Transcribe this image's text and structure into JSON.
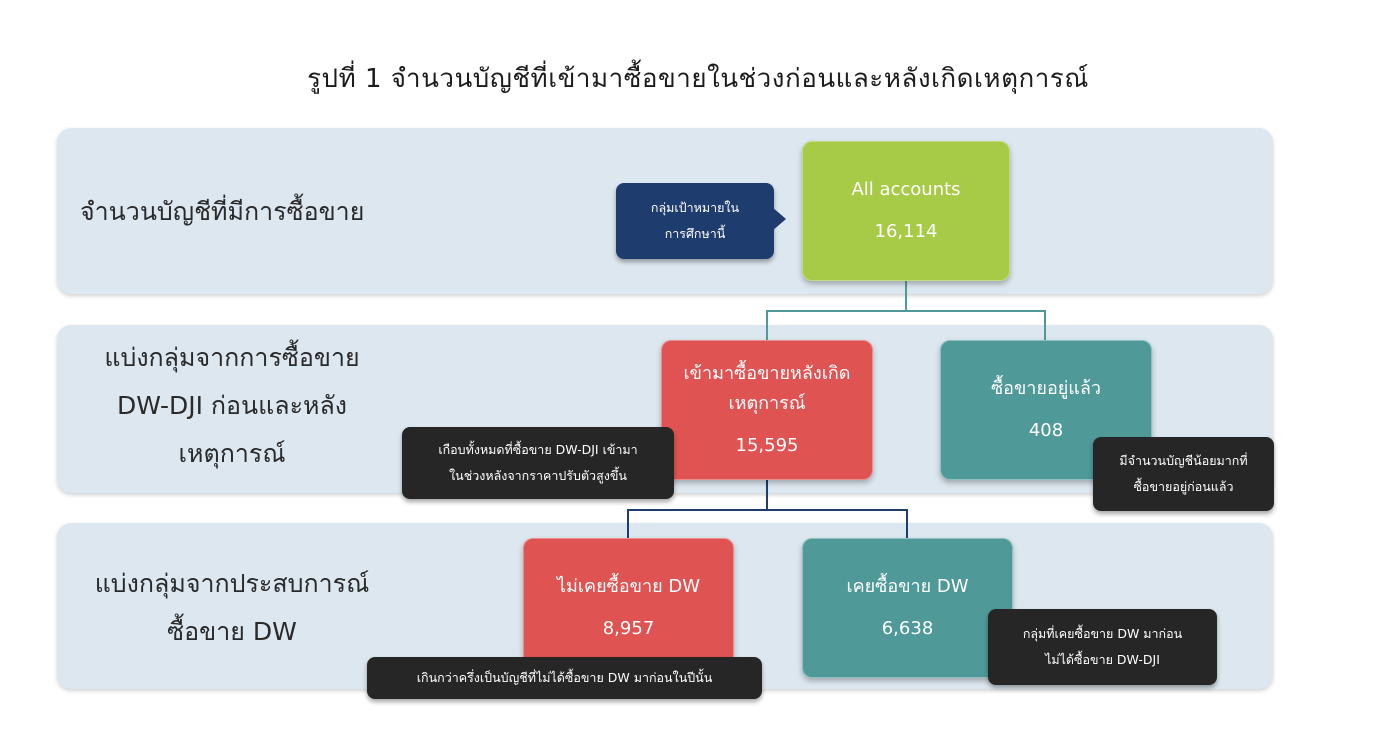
{
  "title": "รูปที่ 1 จำนวนบัญชีที่เข้ามาซื้อขายในช่วงก่อนและหลังเกิดเหตุการณ์",
  "rows": [
    {
      "lines": [
        "จำนวนบัญชีที่มีการซื้อขาย"
      ]
    },
    {
      "lines": [
        "แบ่งกลุ่มจากการซื้อขาย",
        "DW-DJI ก่อนและหลัง",
        "เหตุการณ์"
      ]
    },
    {
      "lines": [
        "แบ่งกลุ่มจากประสบการณ์",
        "ซื้อขาย DW"
      ]
    }
  ],
  "nodes": {
    "all": {
      "label": "All accounts",
      "value": "16,114"
    },
    "after": {
      "label_lines": [
        "เข้ามาซื้อขายหลังเกิด",
        "เหตุการณ์"
      ],
      "value": "15,595"
    },
    "already": {
      "label": "ซื้อขายอยู่แล้ว",
      "value": "408"
    },
    "never": {
      "label": "ไม่เคยซื้อขาย DW",
      "value": "8,957"
    },
    "ever": {
      "label": "เคยซื้อขาย DW",
      "value": "6,638"
    }
  },
  "callouts": {
    "target": [
      "กลุ่มเป้าหมายใน",
      "การศึกษานี้"
    ],
    "almost_all": [
      "เกือบทั้งหมดที่ซื้อขาย DW-DJI เข้ามา",
      "ในช่วงหลังจากราคาปรับตัวสูงขึ้น"
    ],
    "few": [
      "มีจำนวนบัญชีน้อยมากที่",
      "ซื้อขายอยู่ก่อนแล้ว"
    ],
    "ever_before": [
      "กลุ่มที่เคยซื้อขาย DW มาก่อน",
      "ไม่ได้ซื้อขาย DW-DJI"
    ],
    "over_half": "เกินกว่าครึ่งเป็นบัญชีที่ไม่ได้ซื้อขาย DW มาก่อนในปีนั้น"
  },
  "colors": {
    "band": "#dde7ef",
    "green": "#a7cb46",
    "red": "#df5352",
    "teal": "#4f9a98",
    "navy": "#1f3c6e",
    "dark": "#262626",
    "connector_teal": "#4f9a98",
    "connector_navy": "#1f3c6e"
  }
}
